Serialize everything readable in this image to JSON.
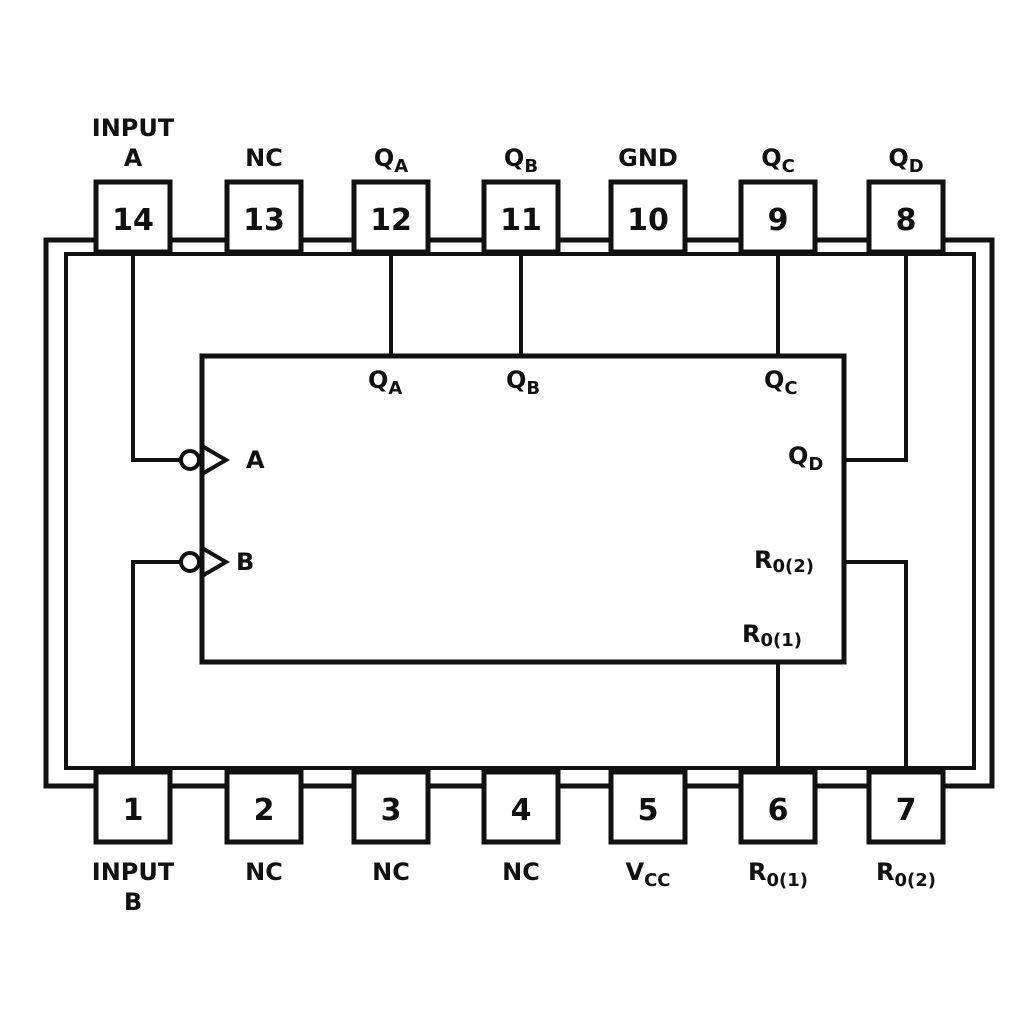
{
  "top_pins": [
    {
      "number": "14",
      "label": "INPUT",
      "label2": "A"
    },
    {
      "number": "13",
      "label": "NC"
    },
    {
      "number": "12",
      "label": "Q",
      "sub": "A"
    },
    {
      "number": "11",
      "label": "Q",
      "sub": "B"
    },
    {
      "number": "10",
      "label": "GND"
    },
    {
      "number": "9",
      "label": "Q",
      "sub": "C"
    },
    {
      "number": "8",
      "label": "Q",
      "sub": "D"
    }
  ],
  "bottom_pins": [
    {
      "number": "1",
      "label": "INPUT",
      "label2": "B"
    },
    {
      "number": "2",
      "label": "NC"
    },
    {
      "number": "3",
      "label": "NC"
    },
    {
      "number": "4",
      "label": "NC"
    },
    {
      "number": "5",
      "label": "V",
      "sub": "CC"
    },
    {
      "number": "6",
      "label": "R",
      "sub": "0(1)"
    },
    {
      "number": "7",
      "label": "R",
      "sub": "0(2)"
    }
  ],
  "inner": {
    "qa": {
      "label": "Q",
      "sub": "A"
    },
    "qb": {
      "label": "Q",
      "sub": "B"
    },
    "qc": {
      "label": "Q",
      "sub": "C"
    },
    "qd": {
      "label": "Q",
      "sub": "D"
    },
    "input_a": "A",
    "input_b": "B",
    "r02": {
      "label": "R",
      "sub": "0(2)"
    },
    "r01": {
      "label": "R",
      "sub": "0(1)"
    }
  }
}
